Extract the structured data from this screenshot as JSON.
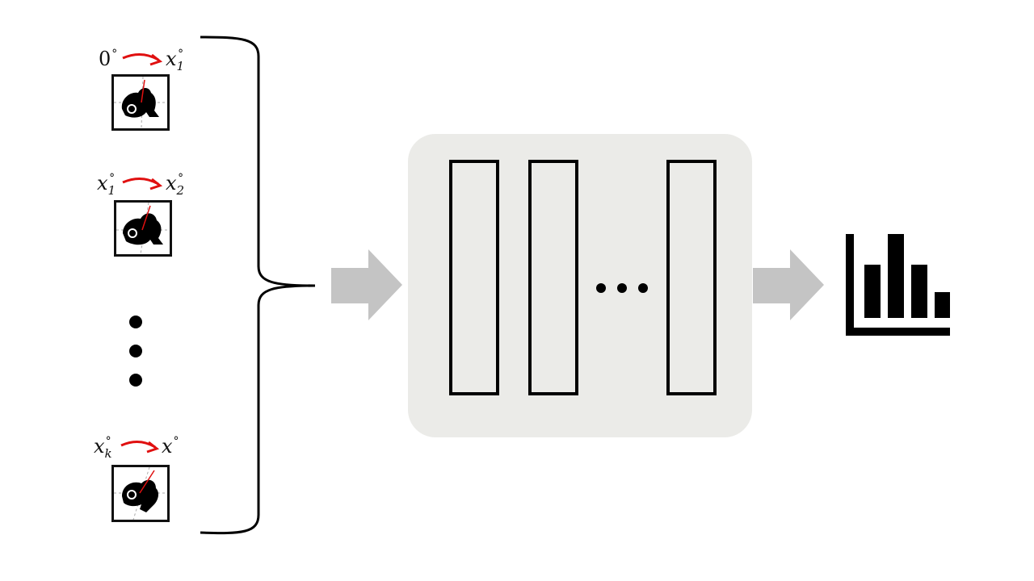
{
  "rotations": [
    {
      "from": "0",
      "from_sub": "",
      "to": "x",
      "to_sub": "1",
      "deg": "°"
    },
    {
      "from": "x",
      "from_sub": "1",
      "to": "x",
      "to_sub": "2",
      "deg": "°"
    },
    {
      "from": "x",
      "from_sub": "k",
      "to": "x",
      "to_sub": "",
      "deg": "°"
    }
  ],
  "colors": {
    "rotation_arrow": "#e01010",
    "flow_arrow": "#c4c4c4",
    "model_background": "#ebebe8",
    "ink": "#000000"
  },
  "icons": {
    "input_image": "frog-silhouette-icon",
    "output": "bar-chart-icon"
  }
}
